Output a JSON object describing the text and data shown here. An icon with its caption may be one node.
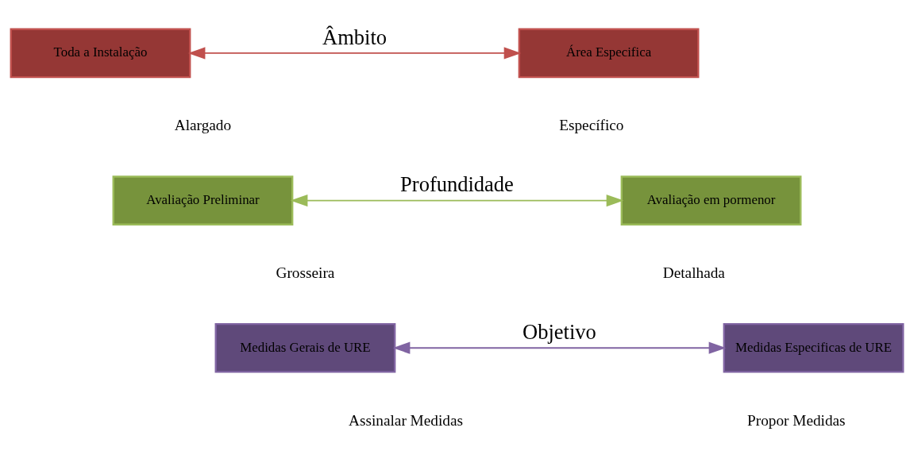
{
  "diagram": {
    "nodes": [
      {
        "text": [
          "Toda a Instalação"
        ]
      },
      {
        "text": [
          "Área Especifica"
        ]
      },
      {
        "text": [
          "Avaliação Preliminar"
        ]
      },
      {
        "text": [
          "Avaliação em pormenor"
        ]
      },
      {
        "text": [
          "Medidas Gerais de URE"
        ]
      },
      {
        "text": [
          "Medidas Especificas de URE"
        ]
      }
    ],
    "edges": [
      {
        "from": 0,
        "to": 1,
        "arrow": "both",
        "label": "Âmbito",
        "color": "#c0504d"
      },
      {
        "from": 2,
        "to": 3,
        "arrow": "both",
        "label": "Profundidade",
        "color": "#9bbb59"
      },
      {
        "from": 4,
        "to": 5,
        "arrow": "both",
        "label": "Objetivo",
        "color": "#8064a2"
      }
    ],
    "labels": [
      "Alargado",
      "Específico",
      "Grosseira",
      "Detalhada",
      "Assinalar Medidas",
      "Propor Medidas"
    ]
  }
}
